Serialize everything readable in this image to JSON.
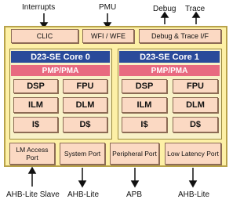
{
  "top_labels": {
    "interrupts": "Interrupts",
    "pmu": "PMU",
    "debug": "Debug",
    "trace": "Trace"
  },
  "top_blocks": {
    "clic": "CLIC",
    "wfi": "WFI / WFE",
    "debug_trace": "Debug & Trace I/F"
  },
  "core0": {
    "title": "D23-SE Core 0",
    "pmp": "PMP/PMA",
    "units": [
      "DSP",
      "FPU",
      "ILM",
      "DLM",
      "I$",
      "D$"
    ]
  },
  "core1": {
    "title": "D23-SE Core 1",
    "pmp": "PMP/PMA",
    "units": [
      "DSP",
      "FPU",
      "ILM",
      "DLM",
      "I$",
      "D$"
    ]
  },
  "ports": {
    "lm_access": "LM Access Port",
    "system": "System Port",
    "peripheral": "Peripheral Port",
    "low_latency": "Low Latency Port"
  },
  "bottom_labels": {
    "ahb_lite_slave": "AHB-Lite Slave",
    "ahb_lite_1": "AHB-Lite",
    "apb": "APB",
    "ahb_lite_2": "AHB-Lite"
  },
  "colors": {
    "chip_bg": "#fdf0a6",
    "core_title": "#2a4a9a",
    "pmp": "#e86a80",
    "block": "#fbd9c3"
  }
}
